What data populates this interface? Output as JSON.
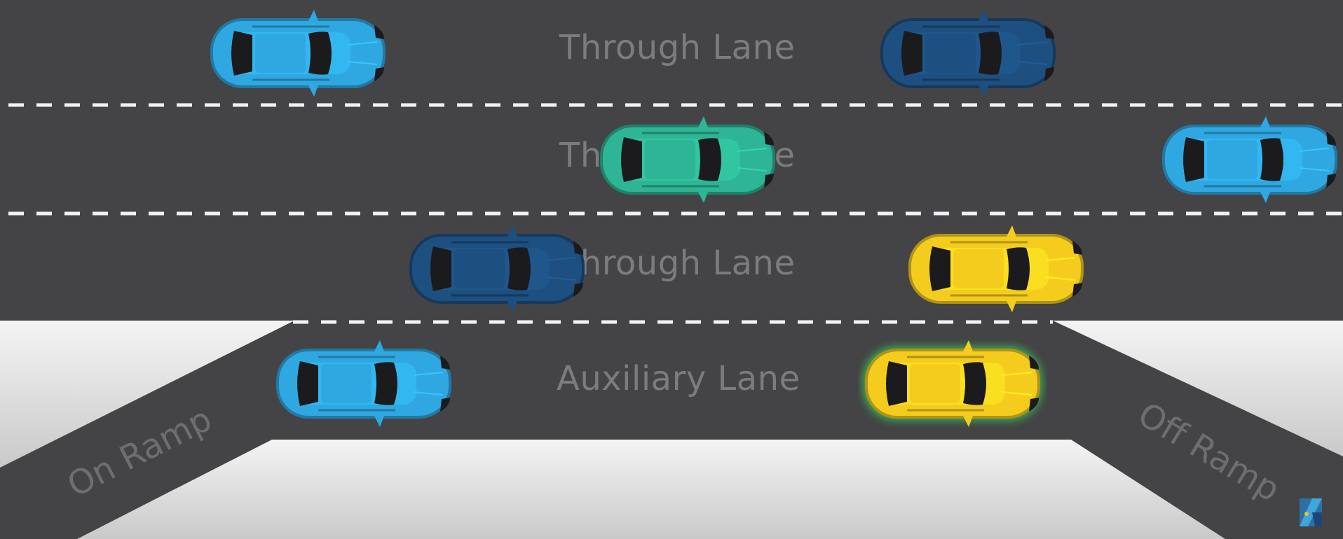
{
  "lanes": {
    "lane1": "Through Lane",
    "lane2": "Through Lane",
    "lane3": "Through Lane",
    "lane4": "Auxiliary Lane"
  },
  "ramps": {
    "on": "On Ramp",
    "off": "Off Ramp"
  },
  "colors": {
    "road": "#444446",
    "lane_marking": "#f2f2f2",
    "ground": "#e2e2e2",
    "label_text": "#7c7c7e",
    "car_light_blue": "#2fa8e2",
    "car_dark_blue": "#1d4f80",
    "car_teal": "#2db595",
    "car_yellow": "#f4cc1e",
    "highlight_glow": "#39d35a"
  },
  "cars": [
    {
      "lane": 1,
      "color": "car_light_blue"
    },
    {
      "lane": 1,
      "color": "car_dark_blue"
    },
    {
      "lane": 2,
      "color": "car_teal"
    },
    {
      "lane": 2,
      "color": "car_light_blue"
    },
    {
      "lane": 3,
      "color": "car_dark_blue"
    },
    {
      "lane": 3,
      "color": "car_yellow"
    },
    {
      "lane": 4,
      "color": "car_light_blue"
    },
    {
      "lane": 4,
      "color": "car_yellow",
      "highlighted": true
    }
  ]
}
